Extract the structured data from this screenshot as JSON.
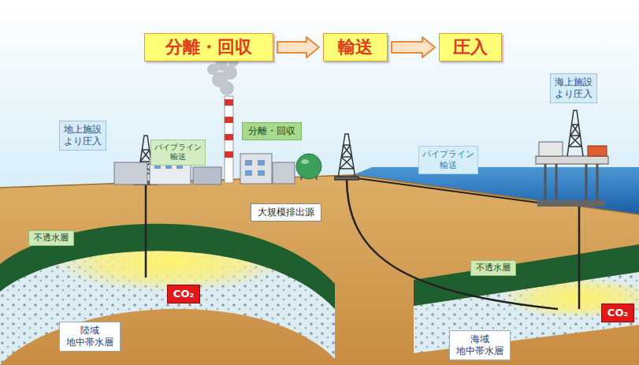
{
  "diagram": {
    "nodes": [
      {
        "text": [
          "分離・回収"
        ]
      },
      {
        "text": [
          "輸送"
        ]
      },
      {
        "text": [
          "圧入"
        ]
      },
      {
        "text": [
          "地上施設より圧入"
        ]
      },
      {
        "text": [
          "パイプライン輸送"
        ]
      },
      {
        "text": [
          "分離・回収"
        ]
      },
      {
        "text": [
          "海上施設より圧入"
        ]
      },
      {
        "text": [
          "パイプライン輸送"
        ]
      },
      {
        "text": [
          "大規模排出源"
        ]
      },
      {
        "text": [
          "不透水層"
        ]
      },
      {
        "text": [
          "CO₂"
        ]
      },
      {
        "text": [
          "不透水層"
        ]
      },
      {
        "text": [
          "陸域 地中帯水層"
        ]
      },
      {
        "text": [
          "CO₂"
        ]
      },
      {
        "text": [
          "海域 地中帯水層"
        ]
      }
    ],
    "edges": [
      {
        "from": 0,
        "to": 1,
        "arrow": "to"
      },
      {
        "from": 1,
        "to": 2,
        "arrow": "to"
      }
    ]
  }
}
